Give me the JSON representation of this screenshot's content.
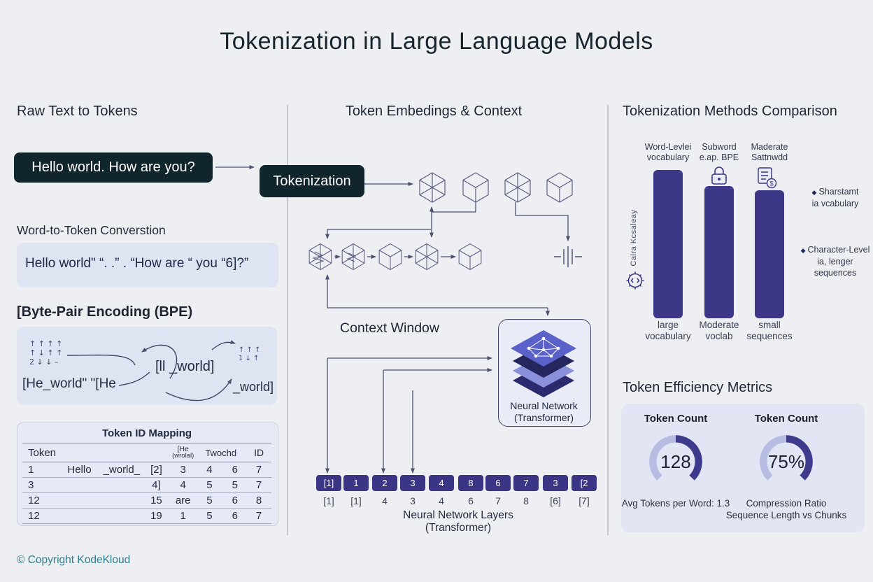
{
  "title": "Tokenization in Large Language Models",
  "footer": {
    "copyright": "© Copyright KodeKloud"
  },
  "colors": {
    "page_bg": "#edeff2",
    "dark_box": "#11252d",
    "accent_purple": "#3b3585",
    "panel_lavender": "#dfe4f3",
    "gauge_light": "#b7bce2",
    "gauge_dark": "#3f3a8c",
    "teal_footer": "#2e7e8d"
  },
  "left": {
    "heading": "Raw Text to Tokens",
    "raw_text_box": "Hello world. How are you?",
    "word_to_token": {
      "heading": "Word-to-Token Converstion",
      "content": "Hello world\"  “. .” .  “How  are  “ you “6]?”"
    },
    "bpe": {
      "heading": "[Byte-Pair Encoding (BPE)",
      "cluster_left": [
        "↑ ↑ ↑ ↑",
        "↑ ↓ ↑ ↑",
        "2 ↓ ↓ –"
      ],
      "cluster_right": [
        "↑ ↑ ↑",
        "1 ↓ ↑"
      ],
      "text_left": "[He_world\" \"[He",
      "text_mid": "[ll _world]",
      "text_right": "_world]"
    },
    "table": {
      "title": "Token ID Mapping",
      "headers": {
        "token": "Token",
        "he": "[He",
        "he_sub": "(wrolal)",
        "tword": "Twochd",
        "id": "ID"
      },
      "rows": [
        [
          "1",
          "Hello",
          "_world_",
          "[2]",
          "3",
          "4",
          "6",
          "7"
        ],
        [
          "3",
          "",
          "",
          "4]",
          "4",
          "5",
          "5",
          "7"
        ],
        [
          "12",
          "",
          "",
          "15",
          "are",
          "5",
          "6",
          "8"
        ],
        [
          "12",
          "",
          "",
          "19",
          "1",
          "5",
          "6",
          "7"
        ]
      ]
    }
  },
  "middle": {
    "heading": "Token Embedings & Context",
    "tokenization_label": "Tokenization",
    "context_window_label": "Context Window",
    "nn_box": {
      "line1": "Neural Network",
      "line2": "(Transformer)"
    },
    "token_boxes": [
      "[1]",
      "1",
      "2",
      "3",
      "4",
      "8",
      "6",
      "7",
      "3",
      "[2"
    ],
    "token_values": [
      "[1]",
      "[1]",
      "4",
      "3",
      "4",
      "6",
      "7",
      "8",
      "[6]",
      "[7]"
    ],
    "caption_line1": "Neural Network Layers",
    "caption_line2": "(Transformer)"
  },
  "right": {
    "heading": "Tokenization Methods Comparison",
    "y_axis_label": "Calra Kcsaleay",
    "doc_icon_glyph": "$",
    "annotation_bullet": "◆",
    "bars": [
      {
        "top1": "Word-Levlei",
        "top2": "vocabulary",
        "bot1": "large",
        "bot2": "vocabulary"
      },
      {
        "top1": "Subword",
        "top2": "e.ap. BPE",
        "bot1": "Moderate",
        "bot2": "voclab"
      },
      {
        "top1": "Maderate",
        "top2": "Sattnwdd",
        "bot1": "small",
        "bot2": "sequences"
      }
    ],
    "annotations": [
      {
        "l1": "Sharstamt",
        "l2": "ia  vcabulary",
        "l3": ""
      },
      {
        "l1": "Character-Level",
        "l2": "ia, lenger",
        "l3": "sequences"
      }
    ],
    "metrics": {
      "heading": "Token Efficiency Metrics",
      "gauges": [
        {
          "label": "Token Count",
          "value": "128",
          "sub1": "Avg Tokens per Word: 1.3",
          "sub2": ""
        },
        {
          "label": "Token Count",
          "value": "75%",
          "sub1": "Compression Ratio",
          "sub2": "Sequence Length vs Chunks"
        }
      ]
    }
  },
  "chart_data": [
    {
      "type": "bar",
      "title": "Tokenization Methods Comparison",
      "categories": [
        "Word-Levlei vocabulary",
        "Subword e.ap. BPE",
        "Maderate Sattnwdd"
      ],
      "values": [
        212,
        189,
        183
      ],
      "value_note": "relative bar heights in px, no numeric axis shown",
      "bottom_labels": [
        "large vocabulary",
        "Moderate voclab",
        "small sequences"
      ],
      "ylabel": "Calra Kcsaleay",
      "annotations": [
        "Sharstamt ia vcabulary",
        "Character-Level ia, lenger sequences"
      ],
      "grid": false,
      "legend_position": "none"
    },
    {
      "type": "gauge",
      "title": "Token Efficiency Metrics",
      "gauges": [
        {
          "label": "Token Count",
          "value": "128",
          "caption": "Avg Tokens per Word: 1.3"
        },
        {
          "label": "Token Count",
          "value": "75%",
          "caption": "Compression Ratio Sequence Length vs Chunks"
        }
      ]
    }
  ]
}
